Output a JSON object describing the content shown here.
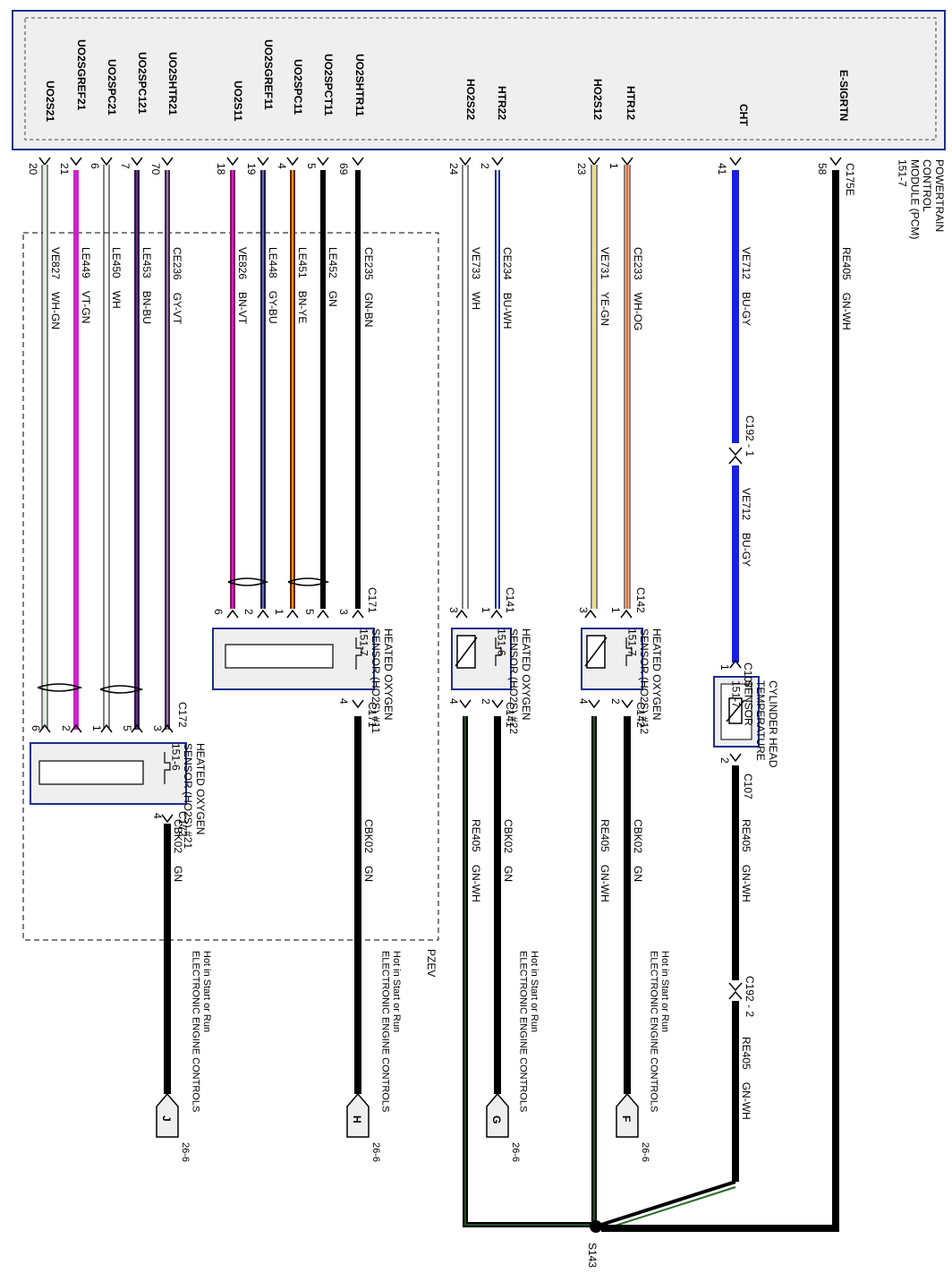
{
  "pcm": {
    "label": "POWERTRAIN\nCONTROL\nMODULE (PCM)\n151-7",
    "connector": "C175E"
  },
  "colors": {
    "module_fill": "#efefef",
    "module_border": "#1d2f8c"
  },
  "pins": [
    {
      "pin": "20",
      "signal": "UO2S21"
    },
    {
      "pin": "21",
      "signal": "UO2SGREF21"
    },
    {
      "pin": "6",
      "signal": "UO2SPC21"
    },
    {
      "pin": "7",
      "signal": "UO2SPC121"
    },
    {
      "pin": "70",
      "signal": "UO2SHTR21"
    },
    {
      "pin": "18",
      "signal": "UO2S11"
    },
    {
      "pin": "19",
      "signal": "UO2SGREF11"
    },
    {
      "pin": "4",
      "signal": "UO2SPC11"
    },
    {
      "pin": "5",
      "signal": "UO2SPCT11"
    },
    {
      "pin": "69",
      "signal": "UO2SHTR11"
    },
    {
      "pin": "24",
      "signal": "HO2S22"
    },
    {
      "pin": "2",
      "signal": "HTR22"
    },
    {
      "pin": "23",
      "signal": "HO2S12"
    },
    {
      "pin": "1",
      "signal": "HTR12"
    },
    {
      "pin": "41",
      "signal": "CHT"
    },
    {
      "pin": "58",
      "signal": "E-SIGRTN"
    }
  ],
  "circuits": [
    {
      "circuit": "VE827",
      "color": "WH-GN"
    },
    {
      "circuit": "LE449",
      "color": "VT-GN"
    },
    {
      "circuit": "LE450",
      "color": "WH"
    },
    {
      "circuit": "LE453",
      "color": "BN-BU"
    },
    {
      "circuit": "CE236",
      "color": "GY-VT"
    },
    {
      "circuit": "VE826",
      "color": "BN-VT"
    },
    {
      "circuit": "LE448",
      "color": "GY-BU"
    },
    {
      "circuit": "LE451",
      "color": "BN-YE"
    },
    {
      "circuit": "LE452",
      "color": "GN"
    },
    {
      "circuit": "CE235",
      "color": "GN-BN"
    },
    {
      "circuit": "VE733",
      "color": "WH"
    },
    {
      "circuit": "CE234",
      "color": "BU-WH"
    },
    {
      "circuit": "VE731",
      "color": "YE-GN"
    },
    {
      "circuit": "CE233",
      "color": "WH-OG"
    },
    {
      "circuit": "VE712",
      "color": "BU-GY"
    },
    {
      "circuit": "RE405",
      "color": "GN-WH"
    }
  ],
  "inline": {
    "c192_1": "C192 - 1",
    "c192_2": "C192 - 2",
    "ve712_circuit": "VE712",
    "ve712_color": "BU-GY",
    "re405_circuit": "RE405",
    "re405_color": "GN-WH"
  },
  "sensors": {
    "cht": {
      "label": "CYLINDER HEAD\nTEMPERATURE\nSENSOR\n151-7",
      "conn": "C107",
      "pin_top": "1",
      "pin_bottom": "2"
    },
    "ho2s12": {
      "label": "HEATED OXYGEN\nSENSOR (HO2S) #12\n151-7",
      "conn": "C142",
      "pins_top": [
        "3",
        "1"
      ],
      "pins_bottom": [
        "4",
        "2"
      ]
    },
    "ho2s22": {
      "label": "HEATED OXYGEN\nSENSOR (HO2S) #22\n151-6",
      "conn": "C141",
      "pins_top": [
        "3",
        "1"
      ],
      "pins_bottom": [
        "4",
        "2"
      ]
    },
    "ho2s11": {
      "label": "HEATED OXYGEN\nSENSOR (HO2S) #11\n151-7",
      "conn": "C171",
      "pins_top": [
        "6",
        "2",
        "1",
        "5",
        "3"
      ],
      "pin_bottom": "4"
    },
    "ho2s21": {
      "label": "HEATED OXYGEN\nSENSOR (HO2S) #21\n151-6",
      "conn": "C172",
      "pins_top": [
        "6",
        "2",
        "1",
        "5",
        "3"
      ],
      "pin_bottom": "4"
    }
  },
  "pzev": "PZEV",
  "power": [
    {
      "circuit": "CBK02",
      "color": "GN",
      "note": "Hot in Start or Run\nELECTRONIC ENGINE CONTROLS",
      "letter": "F",
      "ref": "26-6"
    },
    {
      "circuit": "CBK02",
      "color": "GN",
      "note": "Hot in Start or Run\nELECTRONIC ENGINE CONTROLS",
      "letter": "G",
      "ref": "26-6"
    },
    {
      "circuit": "CBK02",
      "color": "GN",
      "note": "Hot in Start or Run\nELECTRONIC ENGINE CONTROLS",
      "letter": "H",
      "ref": "26-6"
    },
    {
      "circuit": "CBK02",
      "color": "GN",
      "note": "Hot in Start or Run\nELECTRONIC ENGINE CONTROLS",
      "letter": "J",
      "ref": "26-6"
    }
  ],
  "ground_wires": [
    {
      "circuit": "RE405",
      "color": "GN-WH"
    },
    {
      "circuit": "RE405",
      "color": "GN-WH"
    },
    {
      "circuit": "RE405",
      "color": "GN-WH"
    }
  ],
  "splice": "S143"
}
